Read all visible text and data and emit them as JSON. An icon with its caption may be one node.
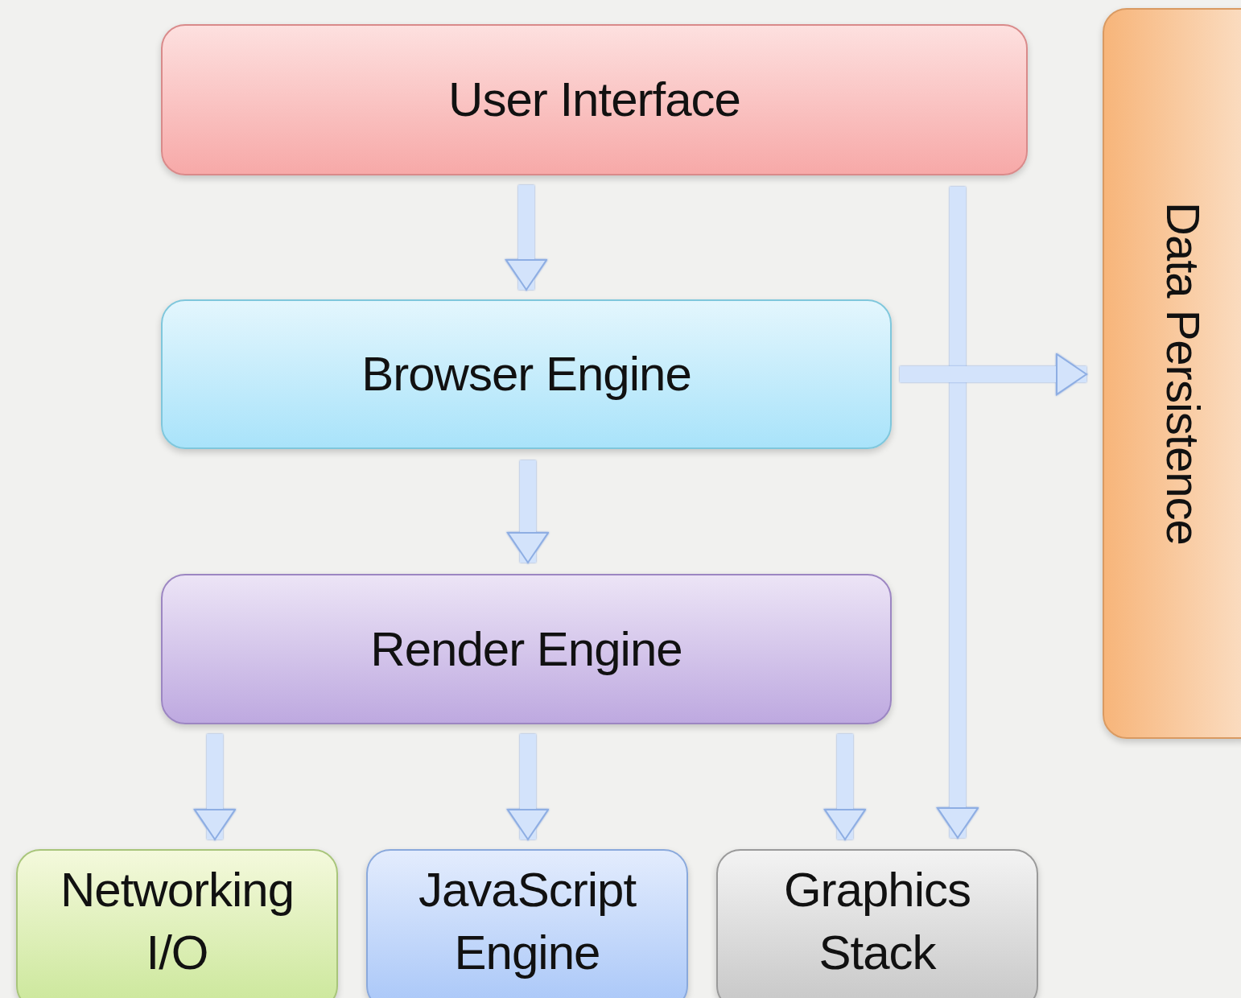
{
  "diagram": {
    "nodes": [
      {
        "text": [
          "User Interface"
        ]
      },
      {
        "text": [
          "Browser Engine"
        ]
      },
      {
        "text": [
          "Render Engine"
        ]
      },
      {
        "text": [
          "Networking I/O"
        ]
      },
      {
        "text": [
          "JavaScript Engine"
        ]
      },
      {
        "text": [
          "Graphics Stack"
        ]
      },
      {
        "text": [
          "Data Persistence"
        ]
      }
    ],
    "edges": [
      {
        "from": 0,
        "to": 1,
        "arrow": "to"
      },
      {
        "from": 1,
        "to": 2,
        "arrow": "to"
      },
      {
        "from": 2,
        "to": 3,
        "arrow": "to"
      },
      {
        "from": 2,
        "to": 4,
        "arrow": "to"
      },
      {
        "from": 2,
        "to": 5,
        "arrow": "to"
      },
      {
        "from": 0,
        "to": 5,
        "arrow": "to"
      },
      {
        "from": 1,
        "to": 6,
        "arrow": "to"
      }
    ]
  }
}
